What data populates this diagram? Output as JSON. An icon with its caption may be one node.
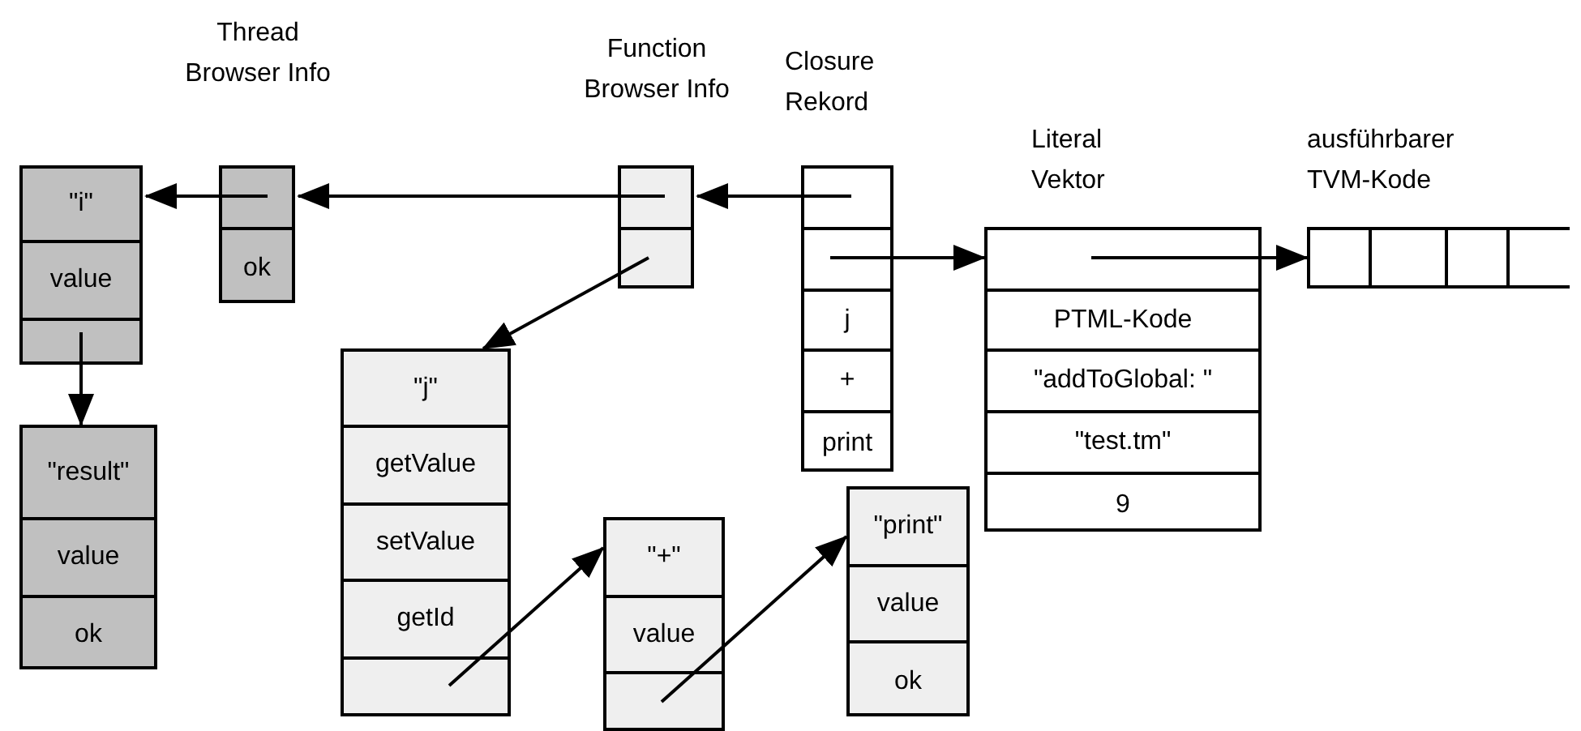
{
  "diagram": {
    "nodes": [
      {
        "text": [
          "\"i\"",
          "value"
        ]
      },
      {
        "text": [
          "Thread Browser Info",
          "ok"
        ]
      },
      {
        "text": [
          "Function Browser Info"
        ]
      },
      {
        "text": [
          "Closure Rekord",
          "j",
          "+",
          "print"
        ]
      },
      {
        "text": [
          "Literal Vektor",
          "PTML-Kode",
          "\"addToGlobal: \"",
          "\"test.tm\"",
          "9"
        ]
      },
      {
        "text": [
          "ausführbarer TVM-Kode"
        ]
      },
      {
        "text": [
          "\"result\"",
          "value",
          "ok"
        ]
      },
      {
        "text": [
          "\"j\"",
          "getValue",
          "setValue",
          "getId"
        ]
      },
      {
        "text": [
          "\"+\"",
          "value"
        ]
      },
      {
        "text": [
          "\"print\"",
          "value",
          "ok"
        ]
      }
    ],
    "edges": [
      {
        "from": 1,
        "to": 0,
        "arrow": "to"
      },
      {
        "from": 2,
        "to": 1,
        "arrow": "to"
      },
      {
        "from": 3,
        "to": 2,
        "arrow": "to"
      },
      {
        "from": 3,
        "to": 4,
        "arrow": "to"
      },
      {
        "from": 4,
        "to": 5,
        "arrow": "to"
      },
      {
        "from": 0,
        "to": 6,
        "arrow": "to"
      },
      {
        "from": 2,
        "to": 7,
        "arrow": "to"
      },
      {
        "from": 7,
        "to": 8,
        "arrow": "to"
      },
      {
        "from": 8,
        "to": 9,
        "arrow": "to"
      }
    ]
  }
}
